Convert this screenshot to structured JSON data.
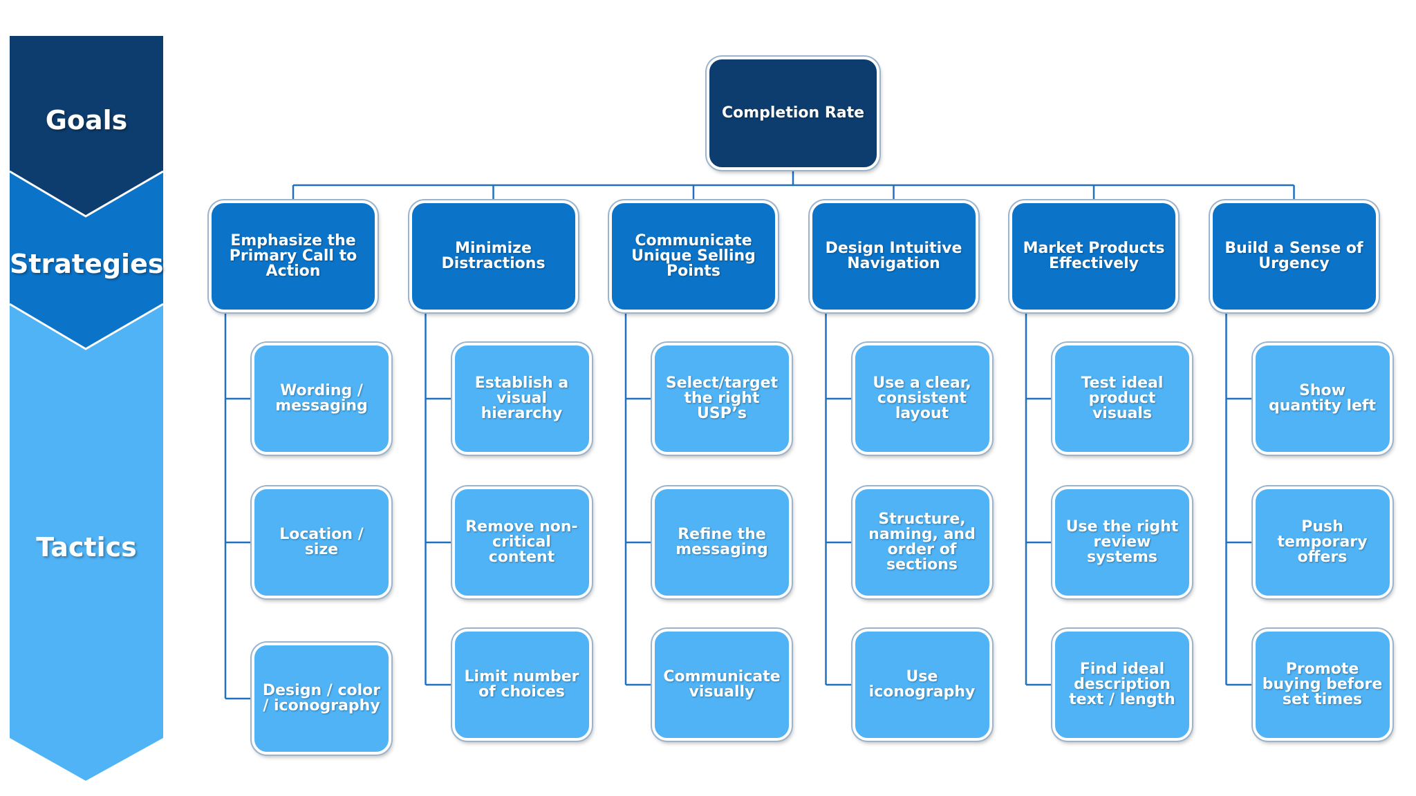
{
  "levels": {
    "goals": "Goals",
    "strategies": "Strategies",
    "tactics": "Tactics"
  },
  "goal": "Completion Rate",
  "strategies": [
    {
      "label": "Emphasize the Primary Call to Action",
      "tactics": [
        "Wording / messaging",
        "Location / size",
        "Design / color / iconography"
      ]
    },
    {
      "label": "Minimize Distractions",
      "tactics": [
        "Establish a visual hierarchy",
        "Remove non-critical content",
        "Limit number of choices"
      ]
    },
    {
      "label": "Communicate Unique Selling Points",
      "tactics": [
        "Select/target the right USP’s",
        "Refine the messaging",
        "Communicate visually"
      ]
    },
    {
      "label": "Design Intuitive Navigation",
      "tactics": [
        "Use a clear, consistent layout",
        "Structure, naming, and order of sections",
        "Use iconography"
      ]
    },
    {
      "label": "Market Products Effectively",
      "tactics": [
        "Test ideal product visuals",
        "Use the right review systems",
        "Find ideal description text / length"
      ]
    },
    {
      "label": "Build a Sense of Urgency",
      "tactics": [
        "Show quantity left",
        "Push temporary offers",
        "Promote buying before set times"
      ]
    }
  ],
  "colors": {
    "goal": "#0d3d6e",
    "strategy": "#0b74c9",
    "tactic": "#4fb3f6",
    "connector": "#2070c0"
  }
}
